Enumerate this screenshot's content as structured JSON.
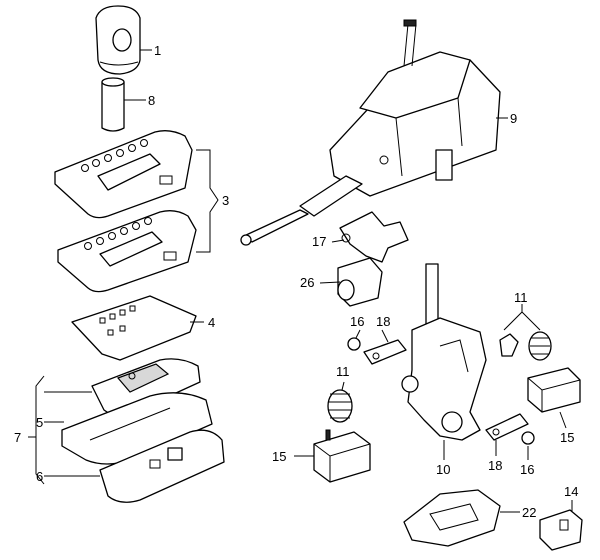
{
  "callouts": [
    {
      "id": "1",
      "text": "1"
    },
    {
      "id": "8",
      "text": "8"
    },
    {
      "id": "9",
      "text": "9"
    },
    {
      "id": "3",
      "text": "3"
    },
    {
      "id": "17",
      "text": "17"
    },
    {
      "id": "26",
      "text": "26"
    },
    {
      "id": "4",
      "text": "4"
    },
    {
      "id": "11a",
      "text": "11"
    },
    {
      "id": "16a",
      "text": "16"
    },
    {
      "id": "18a",
      "text": "18"
    },
    {
      "id": "11b",
      "text": "11"
    },
    {
      "id": "7",
      "text": "7"
    },
    {
      "id": "5",
      "text": "5"
    },
    {
      "id": "6",
      "text": "6"
    },
    {
      "id": "15a",
      "text": "15"
    },
    {
      "id": "15b",
      "text": "15"
    },
    {
      "id": "10",
      "text": "10"
    },
    {
      "id": "18b",
      "text": "18"
    },
    {
      "id": "16b",
      "text": "16"
    },
    {
      "id": "22",
      "text": "22"
    },
    {
      "id": "14",
      "text": "14"
    }
  ]
}
